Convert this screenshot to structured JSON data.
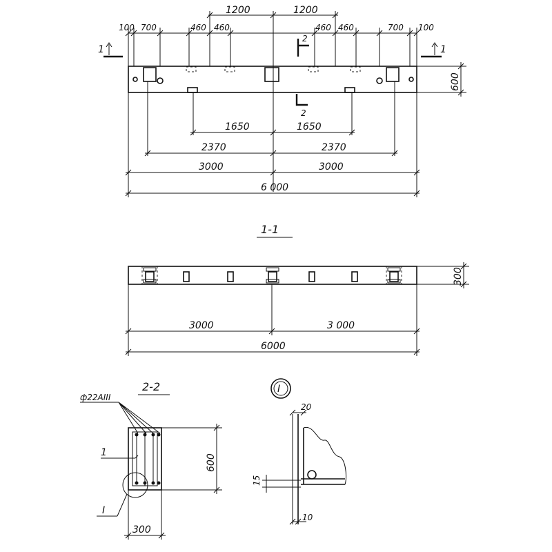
{
  "plan": {
    "dims_top": [
      "1200",
      "1200",
      "460",
      "460",
      "460",
      "460",
      "700",
      "700",
      "100",
      "100"
    ],
    "section_mark_left": "1",
    "section_mark_right": "1",
    "section_mark_2_top": "2",
    "section_mark_2_bottom": "2",
    "height_dim": "600",
    "dim_1650_left": "1650",
    "dim_1650_right": "1650",
    "dim_2370_left": "2370",
    "dim_2370_right": "2370",
    "dim_3000_left": "3000",
    "dim_3000_right": "3000",
    "dim_total": "6 000"
  },
  "section_1_1": {
    "title": "1-1",
    "height_dim": "300",
    "dim_left": "3000",
    "dim_right": "3 000",
    "dim_total": "6000"
  },
  "section_2_2": {
    "title": "2-2",
    "rebar_label": "ф22AIII",
    "callout_1": "1",
    "callout_detail": "I",
    "height_dim": "600",
    "width_dim": "300"
  },
  "detail_I": {
    "marker": "I",
    "dim_20": "20",
    "dim_15": "15",
    "dim_10": "10"
  }
}
